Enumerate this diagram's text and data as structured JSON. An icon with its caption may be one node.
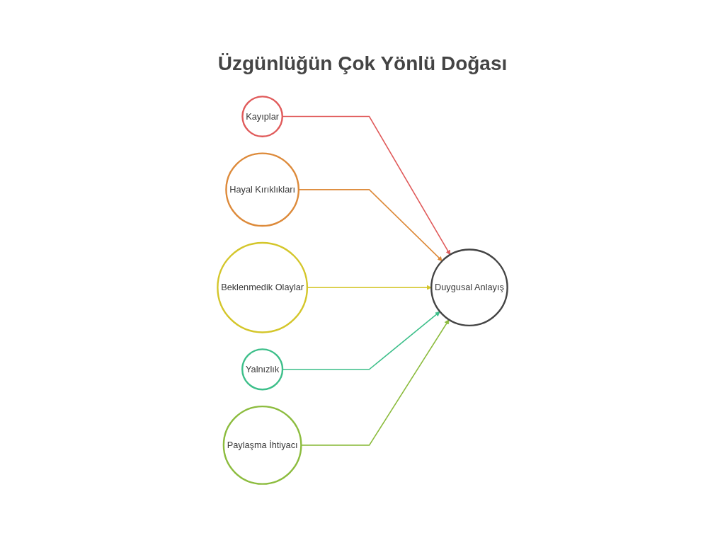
{
  "diagram": {
    "title": "Üzgünlüğün Çok Yönlü Doğası",
    "nodes": [
      {
        "text": [
          "Kayıplar"
        ]
      },
      {
        "text": [
          "Hayal Kırıklıkları"
        ]
      },
      {
        "text": [
          "Beklenmedik Olaylar"
        ]
      },
      {
        "text": [
          "Yalnızlık"
        ]
      },
      {
        "text": [
          "Paylaşma İhtiyacı"
        ]
      },
      {
        "text": [
          "Duygusal Anlayış"
        ]
      }
    ],
    "edges": [
      {
        "from": 0,
        "to": 5,
        "arrow": "to",
        "color": "#e05a5a"
      },
      {
        "from": 1,
        "to": 5,
        "arrow": "to",
        "color": "#dd8a3a"
      },
      {
        "from": 2,
        "to": 5,
        "arrow": "to",
        "color": "#d4c62a"
      },
      {
        "from": 3,
        "to": 5,
        "arrow": "to",
        "color": "#3dbf8a"
      },
      {
        "from": 4,
        "to": 5,
        "arrow": "to",
        "color": "#8cbc3e"
      }
    ]
  }
}
